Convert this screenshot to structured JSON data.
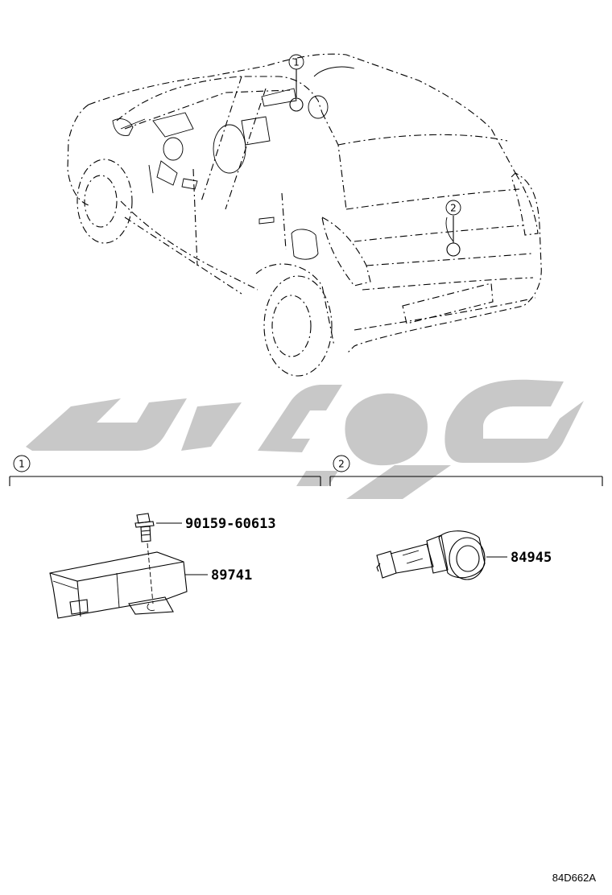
{
  "callouts": {
    "location_1": "1",
    "location_2": "2",
    "section_1": "1",
    "section_2": "2"
  },
  "parts": {
    "bolt": "90159-60613",
    "module": "89741",
    "switch": "84945"
  },
  "watermark": "تویوتا",
  "illustration_code": "84D662A",
  "colors": {
    "line": "#000000",
    "watermark": "#c8c8c8"
  }
}
